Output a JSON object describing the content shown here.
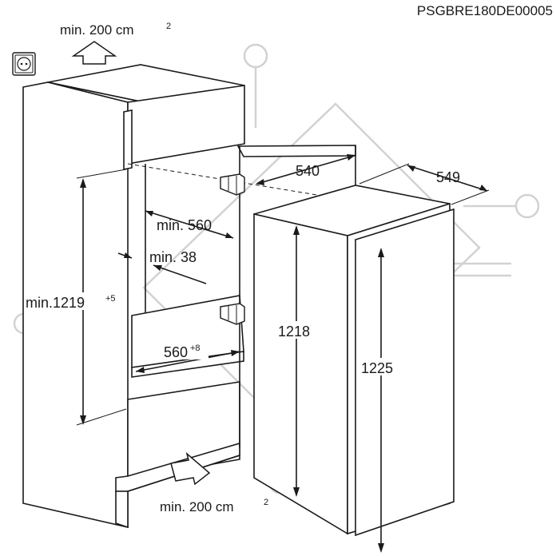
{
  "code": "PSGBRE180DE00005",
  "labels": {
    "vent_top": "min. 200 cm",
    "vent_top_sup": "2",
    "vent_bottom": "min. 200 cm",
    "vent_bottom_sup": "2",
    "depth_540": "540",
    "depth_549": "549",
    "width_min560": "min. 560",
    "min38": "min. 38",
    "niche_height": "min.1219",
    "niche_height_sup": "+5",
    "width_560": "560",
    "width_560_sup": "+8",
    "h1218": "1218",
    "h1225": "1225"
  },
  "icons": [
    "power-socket-icon",
    "arrow-up-icon",
    "arrow-right-icon",
    "door-hinge-icon"
  ],
  "colors": {
    "line": "#1a1a1a",
    "watermark": "#d2d2d2"
  }
}
